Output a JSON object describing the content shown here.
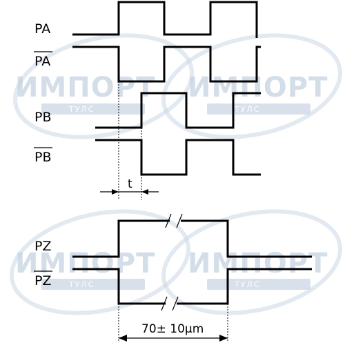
{
  "signals": {
    "pa": "PA",
    "pa_bar": "PA",
    "pb": "PB",
    "pb_bar": "PB",
    "pz": "PZ",
    "pz_bar": "PZ"
  },
  "dimensions": {
    "t_label": "t",
    "width_label": "70± 10µm"
  },
  "watermark": {
    "brand": "ИМПОРТ",
    "sub": "ТУЛС"
  }
}
